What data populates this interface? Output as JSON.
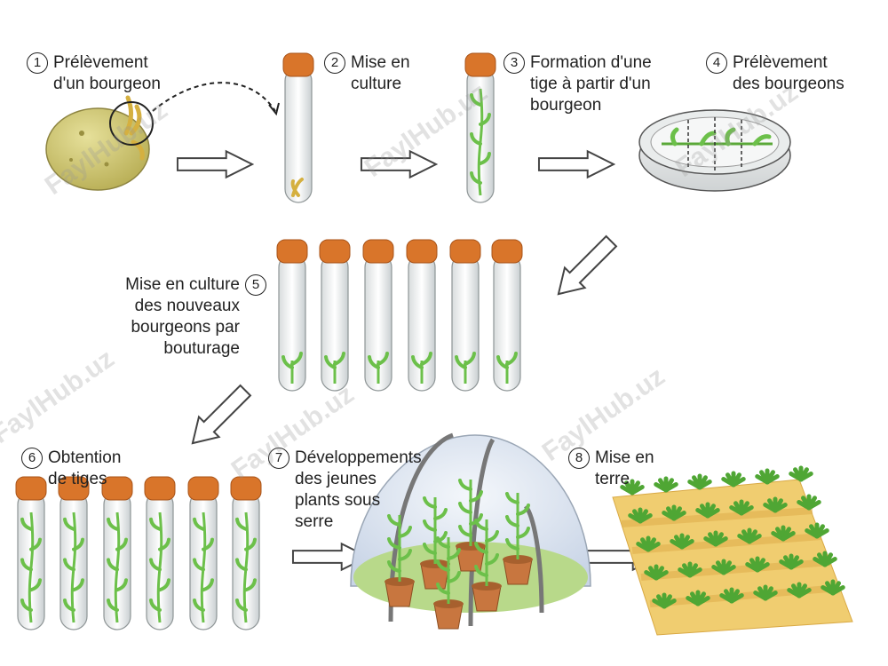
{
  "steps": [
    {
      "number": "1",
      "label": "Prélèvement\nd'un  bourgeon"
    },
    {
      "number": "2",
      "label": "Mise en\nculture"
    },
    {
      "number": "3",
      "label": "Formation d'une\ntige à partir d'un\nbourgeon"
    },
    {
      "number": "4",
      "label": "Prélèvement\ndes  bourgeons"
    },
    {
      "number": "5",
      "label": "Mise en culture\ndes nouveaux\nbourgeons par\nbouturage"
    },
    {
      "number": "6",
      "label": "Obtention\nde tiges"
    },
    {
      "number": "7",
      "label": "Développements\ndes jeunes\nplants sous\nserre"
    },
    {
      "number": "8",
      "label": "Mise en\nterre"
    }
  ],
  "watermark": "FaylHub.uz",
  "colors": {
    "cap": "#d9752a",
    "plant": "#6cc04a",
    "tube_glass": "#f1f3f3",
    "soil_field": "#e9c26a",
    "potato": "#cfc77a",
    "pot": "#c8763f",
    "greenhouse_ground": "#b8d98a"
  }
}
